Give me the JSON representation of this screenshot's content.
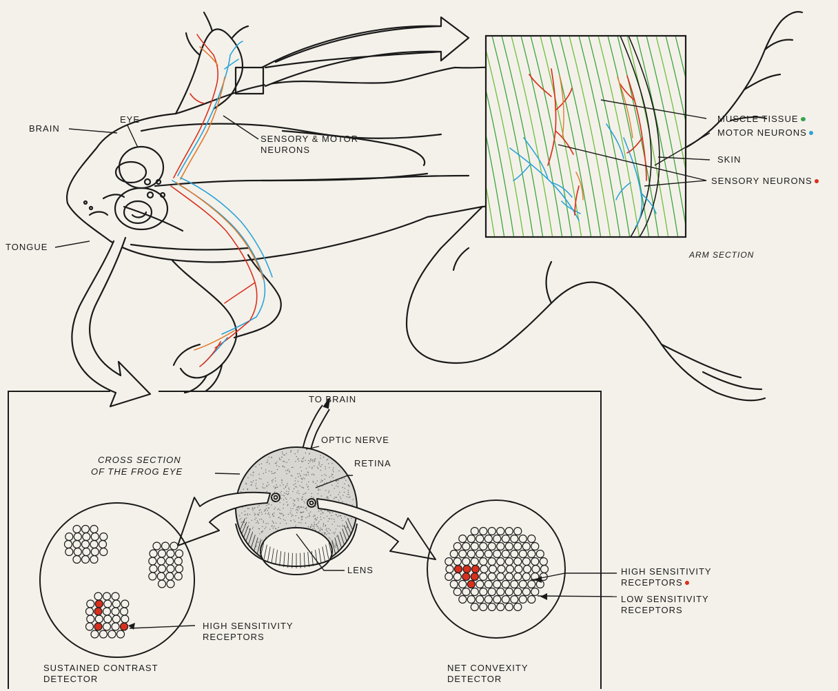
{
  "frog": {
    "brain": "BRAIN",
    "eye": "EYE",
    "tongue": "TONGUE",
    "neurons_line1": "SENSORY & MOTOR",
    "neurons_line2": "NEURONS"
  },
  "arm_section": {
    "caption": "ARM SECTION",
    "muscle_tissue": "MUSCLE  TISSUE",
    "motor_neurons": "MOTOR  NEURONS",
    "skin": "SKIN",
    "sensory_neurons": "SENSORY NEURONS"
  },
  "eye_inset": {
    "to_brain": "TO BRAIN",
    "optic_nerve": "OPTIC NERVE",
    "retina": "RETINA",
    "cross_section_line1": "CROSS SECTION",
    "cross_section_line2": "OF THE FROG EYE",
    "lens": "LENS",
    "high_sens_left_line1": "HIGH SENSITIVITY",
    "high_sens_left_line2": "RECEPTORS",
    "high_sens_right_line1": "HIGH SENSITIVITY",
    "high_sens_right_line2": "RECEPTORS",
    "low_sens_line1": "LOW SENSITIVITY",
    "low_sens_line2": "RECEPTORS",
    "sustained_line1": "SUSTAINED  CONTRAST",
    "sustained_line2": "DETECTOR",
    "convexity_line1": "NET CONVEXITY",
    "convexity_line2": "DETECTOR"
  },
  "colors": {
    "muscle": "#3aa53a",
    "motor": "#2aa3d8",
    "sensory": "#d9301e",
    "sensory_orange": "#e2782a",
    "line": "#1a1a1a"
  }
}
